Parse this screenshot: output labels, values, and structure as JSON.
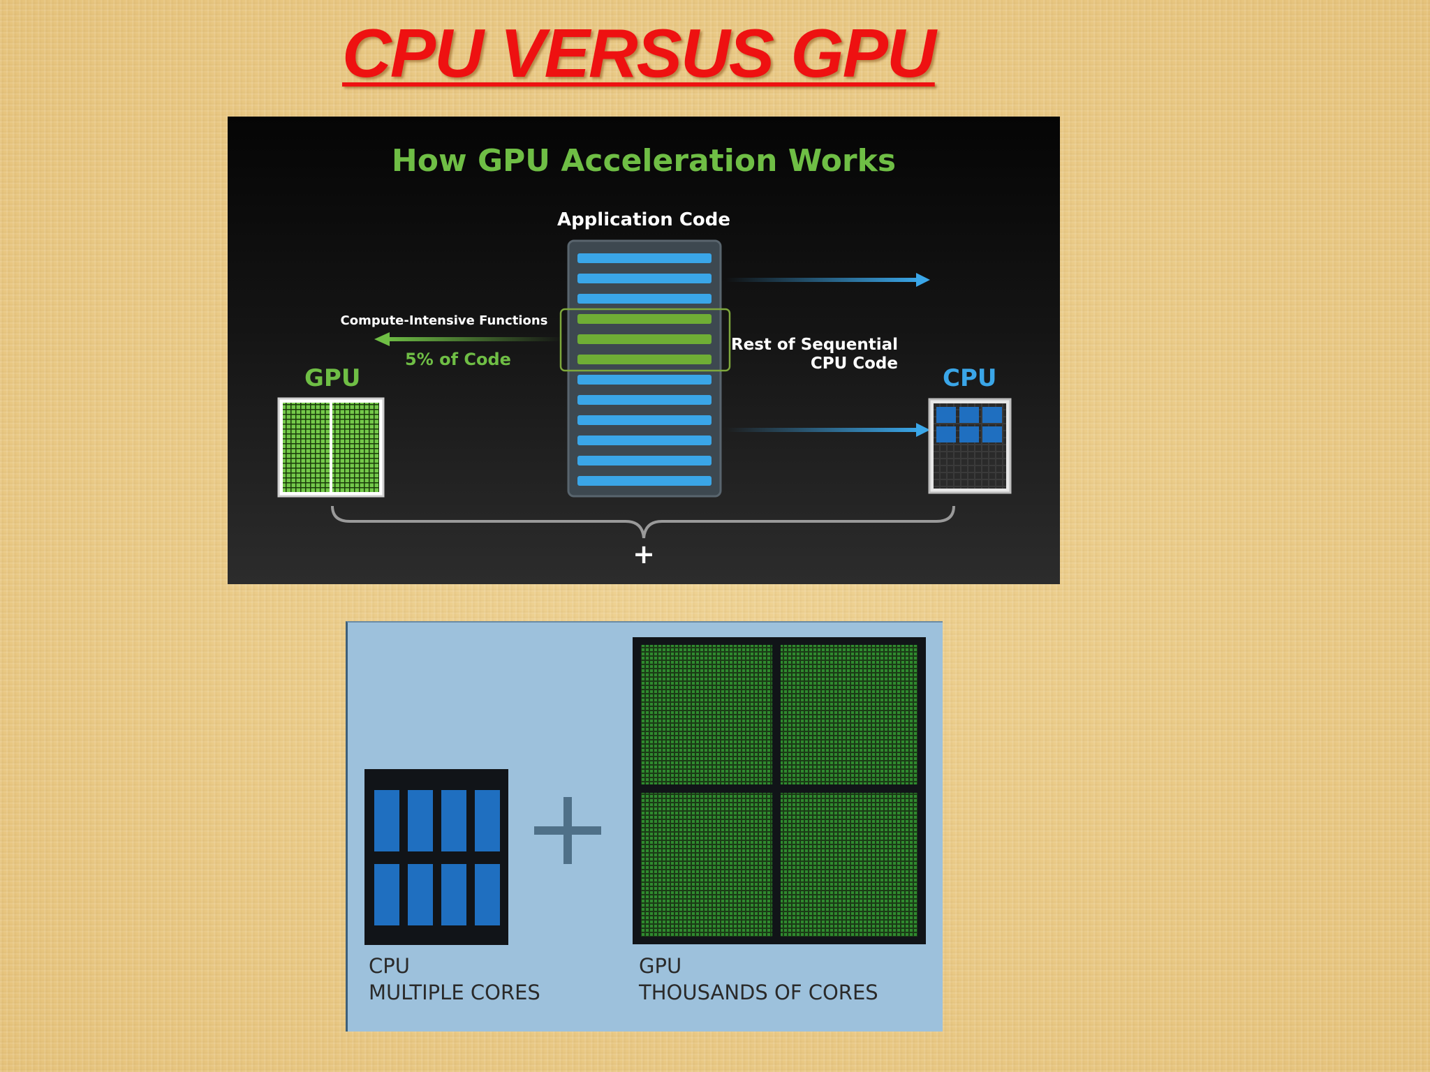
{
  "slide": {
    "title": "CPU VERSUS GPU"
  },
  "accel_diagram": {
    "title": "How GPU Acceleration Works",
    "app_code_label": "Application Code",
    "compute_label": "Compute-Intensive Functions",
    "percent_label": "5% of Code",
    "sequential_label_line1": "Rest of Sequential",
    "sequential_label_line2": "CPU Code",
    "gpu_label": "GPU",
    "cpu_label": "CPU",
    "plus": "+"
  },
  "cores_diagram": {
    "cpu_title": "CPU",
    "cpu_subtitle": "MULTIPLE CORES",
    "gpu_title": "GPU",
    "gpu_subtitle": "THOUSANDS OF CORES"
  },
  "colors": {
    "title_red": "#ee1111",
    "nvidia_green": "#6fbe45",
    "code_blue": "#3aa6e8",
    "core_blue": "#1f6fc0",
    "core_green": "#2f8a2f",
    "bottom_panel_bg": "#9dc1dc"
  }
}
